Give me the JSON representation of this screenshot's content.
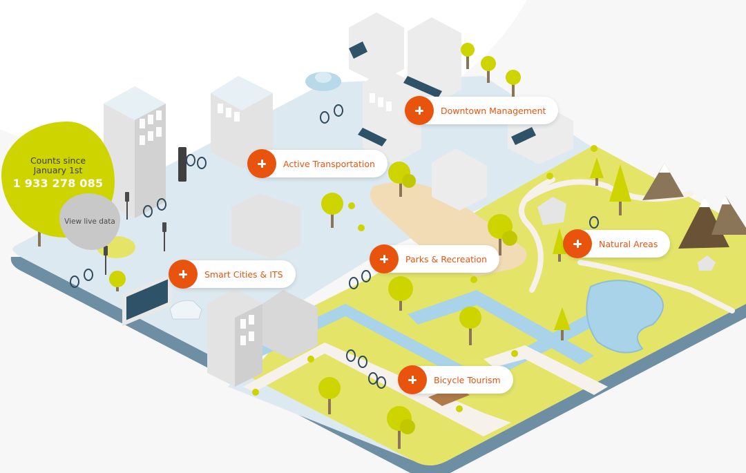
{
  "counter": {
    "caption_line1": "Counts since",
    "caption_line2": "January 1st",
    "value": "1 933 278 085",
    "live_data_label": "View live data"
  },
  "hotspots": [
    {
      "id": "downtown-management",
      "label": "Downtown Management"
    },
    {
      "id": "active-transportation",
      "label": "Active Transportation"
    },
    {
      "id": "smart-cities-its",
      "label": "Smart Cities & ITS"
    },
    {
      "id": "parks-recreation",
      "label": "Parks & Recreation"
    },
    {
      "id": "natural-areas",
      "label": "Natural Areas"
    },
    {
      "id": "bicycle-tourism",
      "label": "Bicycle Tourism"
    }
  ],
  "icons": {
    "hotspot": "plus-icon"
  },
  "colors": {
    "accent": "#e8540e",
    "counter_blob": "#cdd400",
    "live_blob": "#c8c8c8",
    "grass": "#e3e468",
    "city_ground": "#dde9f0",
    "water": "#a9d3e8",
    "platform_edge": "#6e8ea3"
  }
}
